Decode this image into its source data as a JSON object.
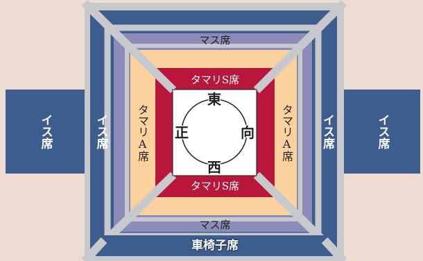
{
  "colors": {
    "background": "#ecdcd2",
    "grey_frame": "#c8c9cc",
    "chair_seats": "#3e5d8f",
    "masu_seats": "#8c8cba",
    "tamari_a_seats": "#fbd19e",
    "tamari_s_seats": "#b8163a",
    "dohyo_area": "#ffffff"
  },
  "seating": {
    "chair_left": "イス席",
    "chair_right": "イス席",
    "chair_inner_left": "イス席",
    "chair_inner_right": "イス席",
    "masu_top": "マス席",
    "masu_bottom": "マス席",
    "tamari_a_left": "タマリA席",
    "tamari_a_right": "タマリA席",
    "tamari_s_top": "タマリS席",
    "tamari_s_bottom": "タマリS席",
    "wheelchair": "車椅子席"
  },
  "dohyo": {
    "east": "東",
    "west": "西",
    "shomen": "正",
    "mukou": "向"
  }
}
